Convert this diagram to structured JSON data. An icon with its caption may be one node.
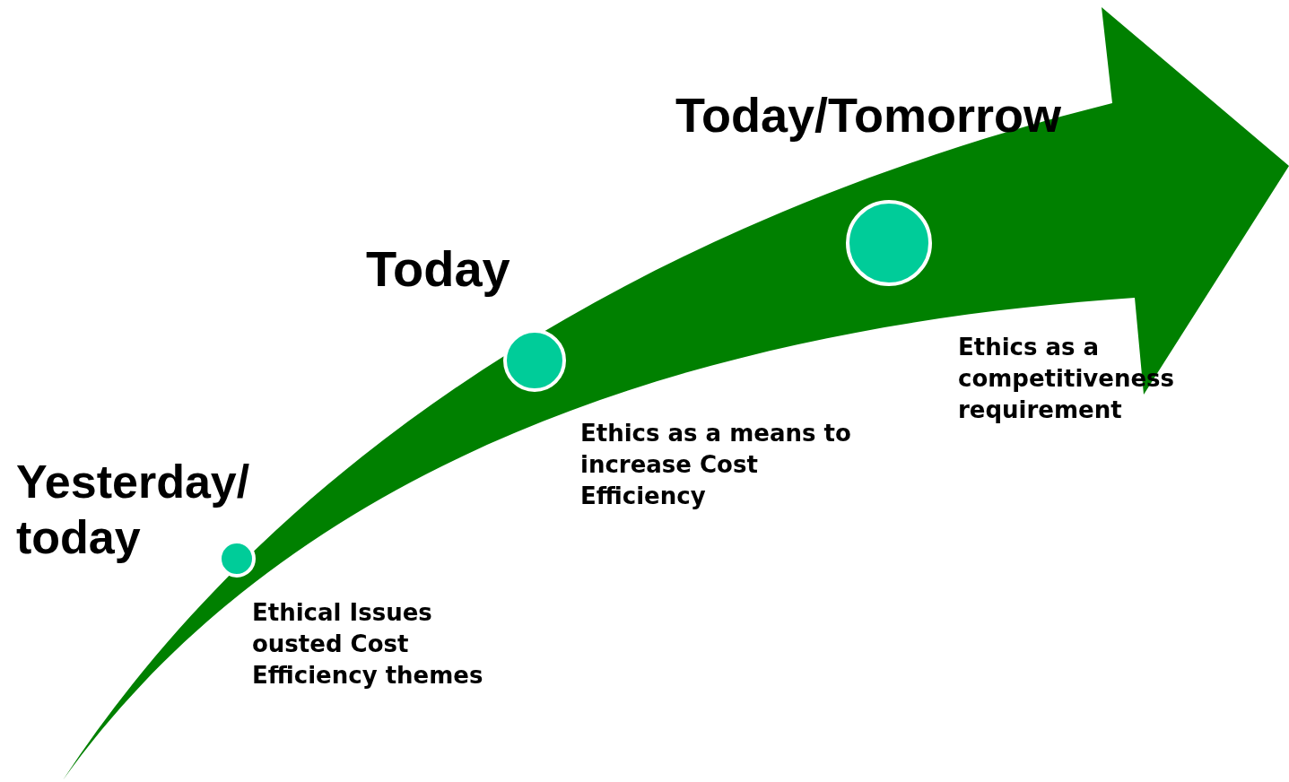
{
  "diagram": {
    "nodes": [
      {
        "text": [],
        "shape": "circle",
        "beside": [
          "Yesterday/ today",
          "Ethical Issues ousted Cost Efficiency themes"
        ]
      },
      {
        "text": [],
        "shape": "circle",
        "beside": [
          "Today",
          "Ethics as a means to increase Cost Efficiency"
        ]
      },
      {
        "text": [],
        "shape": "circle",
        "beside": [
          "Today/Tomorrow",
          "Ethics as a competitiveness requirement"
        ]
      }
    ]
  }
}
